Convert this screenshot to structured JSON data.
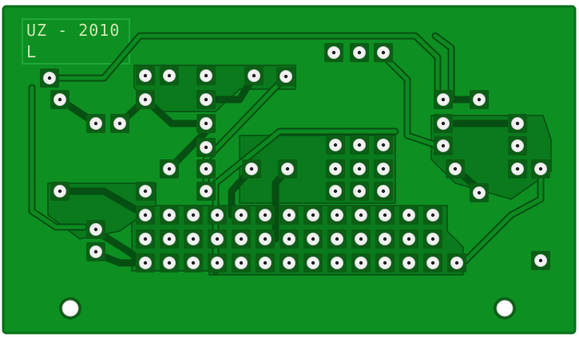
{
  "image": {
    "subject": "pcb",
    "colors": {
      "background": "#ffffff",
      "board": "#0d8f22",
      "trace": "#0a7a1c",
      "trace_edge": "#064f12",
      "pad_copper": "#f2f2f2",
      "pad_ring": "#0b5e15",
      "drill": "#222222",
      "silkscreen": "#c9e8b0"
    },
    "silkscreen": {
      "line1": "UZ - 2010",
      "line2": "L"
    }
  }
}
